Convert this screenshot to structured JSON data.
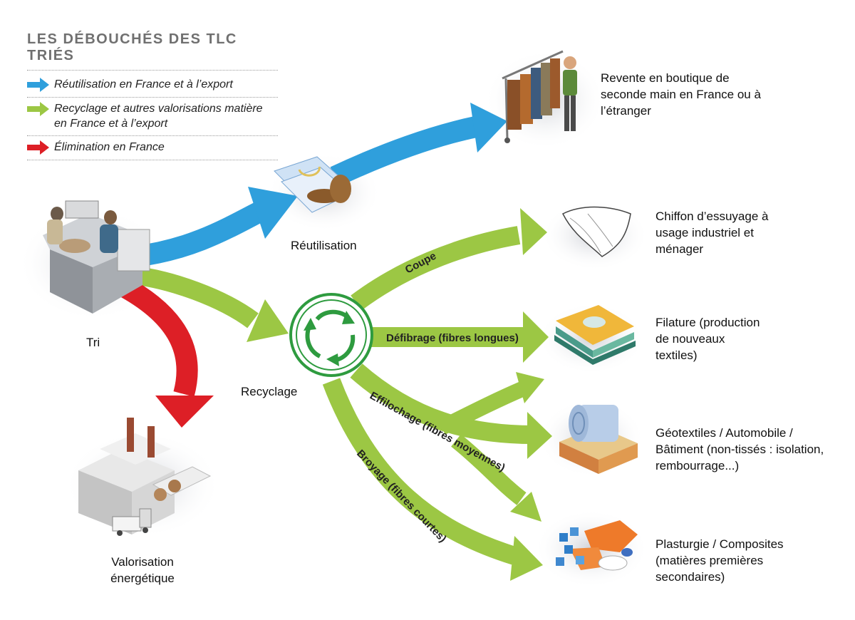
{
  "legend": {
    "title": "LES DÉBOUCHÉS DES TLC TRIÉS",
    "items": [
      {
        "label": "Réutilisation en France et à l’export",
        "color": "#2f9fdc"
      },
      {
        "label": "Recyclage et autres valorisations matière en France et à l’export",
        "color": "#9cc744"
      },
      {
        "label": "Élimination en France",
        "color": "#dd1f26"
      }
    ]
  },
  "nodes": {
    "tri": "Tri",
    "reutilisation": "Réutilisation",
    "recyclage": "Recyclage",
    "valorisation": "Valorisation énergétique"
  },
  "flows": {
    "coupe": "Coupe",
    "defibrage": "Défibrage (fibres longues)",
    "effilochage": "Effilochage (fibres moyennes)",
    "broyage": "Broyage (fibres courtes)"
  },
  "outputs": {
    "revente": "Revente en boutique de seconde main en France ou à l’étranger",
    "chiffon": "Chiffon d’essuyage à usage industriel et ménager",
    "filature": "Filature (production de nouveaux textiles)",
    "geotextiles": "Géotextiles / Automobile / Bâtiment (non-tissés : isolation, rembourrage...)",
    "plasturgie": "Plasturgie / Composites (matières premières secondaires)"
  },
  "icons": {
    "sorting_station": "sorting-station-icon",
    "clothes_shoes": "clothes-shoes-icon",
    "recycle": "recycle-icon",
    "incinerator": "incinerator-icon",
    "clothing_rack": "clothing-rack-icon",
    "cloth": "cloth-icon",
    "folded_textiles": "folded-textiles-icon",
    "insulation_roll": "insulation-roll-icon",
    "plastic_pellets": "plastic-pellets-icon"
  }
}
